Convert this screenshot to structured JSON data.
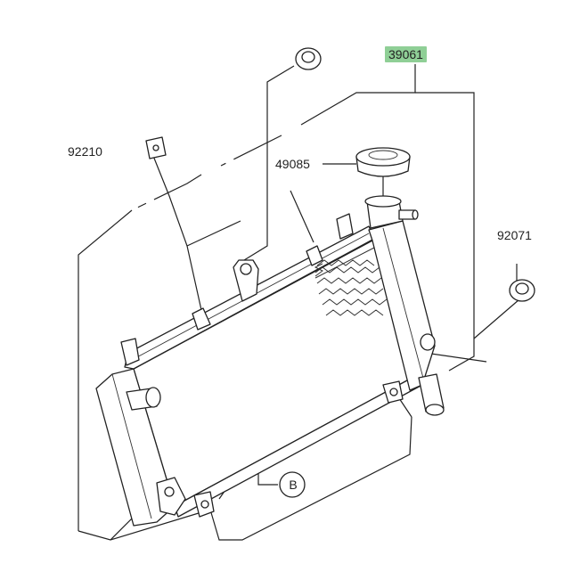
{
  "parts": [
    {
      "id": "p39061",
      "number": "39061",
      "highlighted": true
    },
    {
      "id": "p92210",
      "number": "92210",
      "highlighted": false
    },
    {
      "id": "p49085",
      "number": "49085",
      "highlighted": false
    },
    {
      "id": "p92071",
      "number": "92071",
      "highlighted": false
    }
  ],
  "callout": {
    "letter": "B"
  },
  "colors": {
    "highlight": "#8fcf96",
    "line": "#222222"
  }
}
